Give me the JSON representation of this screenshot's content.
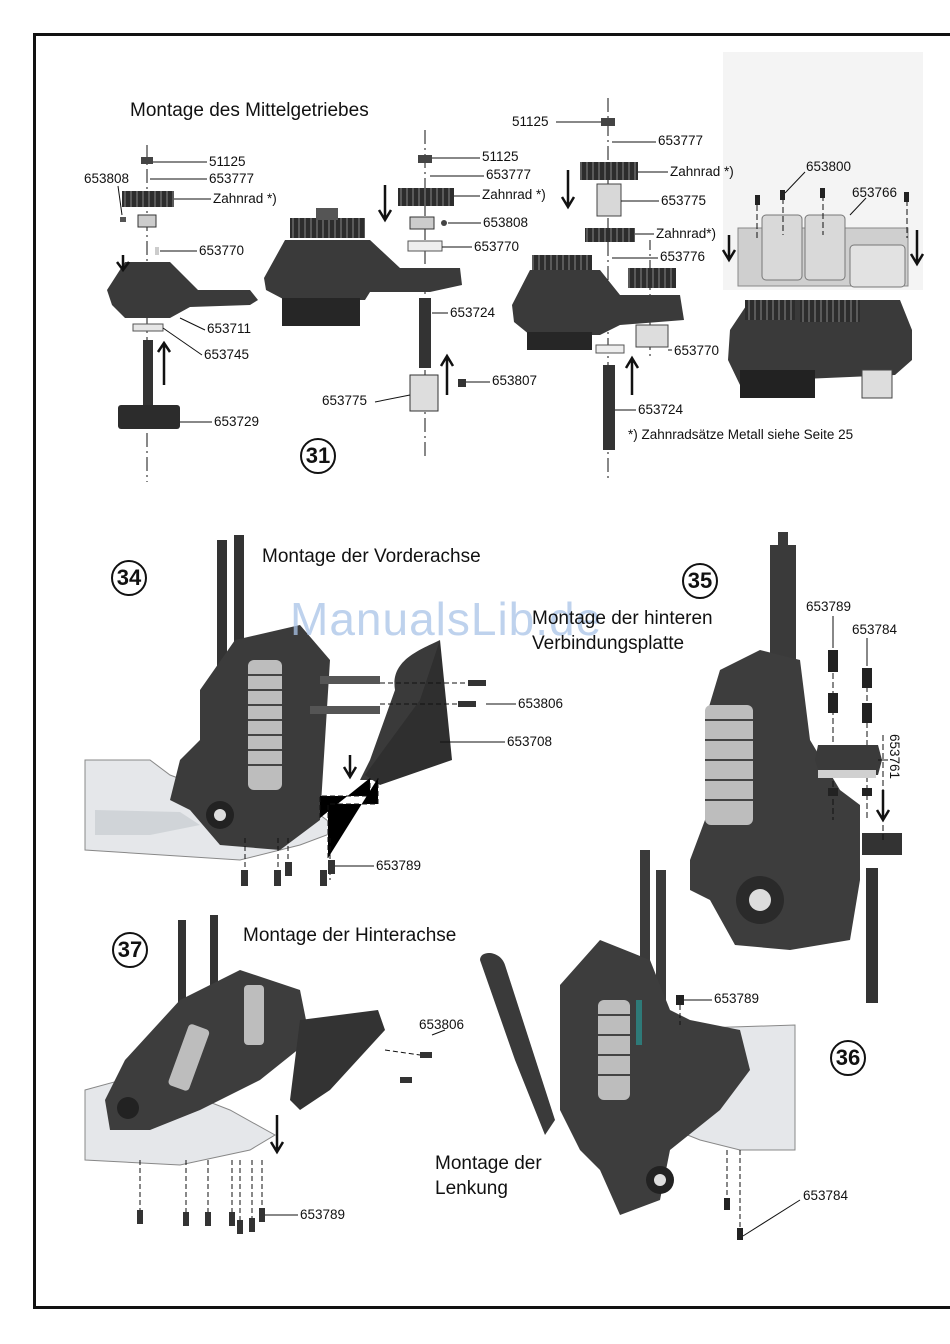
{
  "page": {
    "watermark": "ManualsLib.de",
    "note_gear": "*) Zahnradsätze Metall siehe Seite 25"
  },
  "steps": [
    {
      "number": "31",
      "title": "Montage des Mittelgetriebes"
    },
    {
      "number": "34",
      "title": "Montage der Vorderachse"
    },
    {
      "number": "35",
      "title_line1": "Montage der hinteren",
      "title_line2": "Verbindungsplatte"
    },
    {
      "number": "37",
      "title": "Montage der Hinterachse"
    },
    {
      "number": "36",
      "title_line1": "Montage der",
      "title_line2": "Lenkung"
    }
  ],
  "labels_31a": [
    "51125",
    "653777",
    "653808",
    "Zahnrad *)",
    "653770",
    "653711",
    "653745",
    "653729"
  ],
  "labels_31b": [
    "51125",
    "653777",
    "Zahnrad *)",
    "653808",
    "653770",
    "653724",
    "653807",
    "653775"
  ],
  "labels_31c": [
    "51125",
    "653777",
    "Zahnrad *)",
    "653775",
    "Zahnrad*)",
    "653776",
    "653770",
    "653724"
  ],
  "labels_31d": [
    "653800",
    "653766"
  ],
  "labels_34": [
    "653806",
    "653708",
    "653789"
  ],
  "labels_35": [
    "653789",
    "653784",
    "653761"
  ],
  "labels_37": [
    "653806",
    "653789"
  ],
  "labels_36": [
    "653789",
    "653784"
  ],
  "colors": {
    "part": "#3a3a3a",
    "part_light": "#cfcfcf",
    "chassis": "#e6e8ea",
    "line": "#111111"
  }
}
